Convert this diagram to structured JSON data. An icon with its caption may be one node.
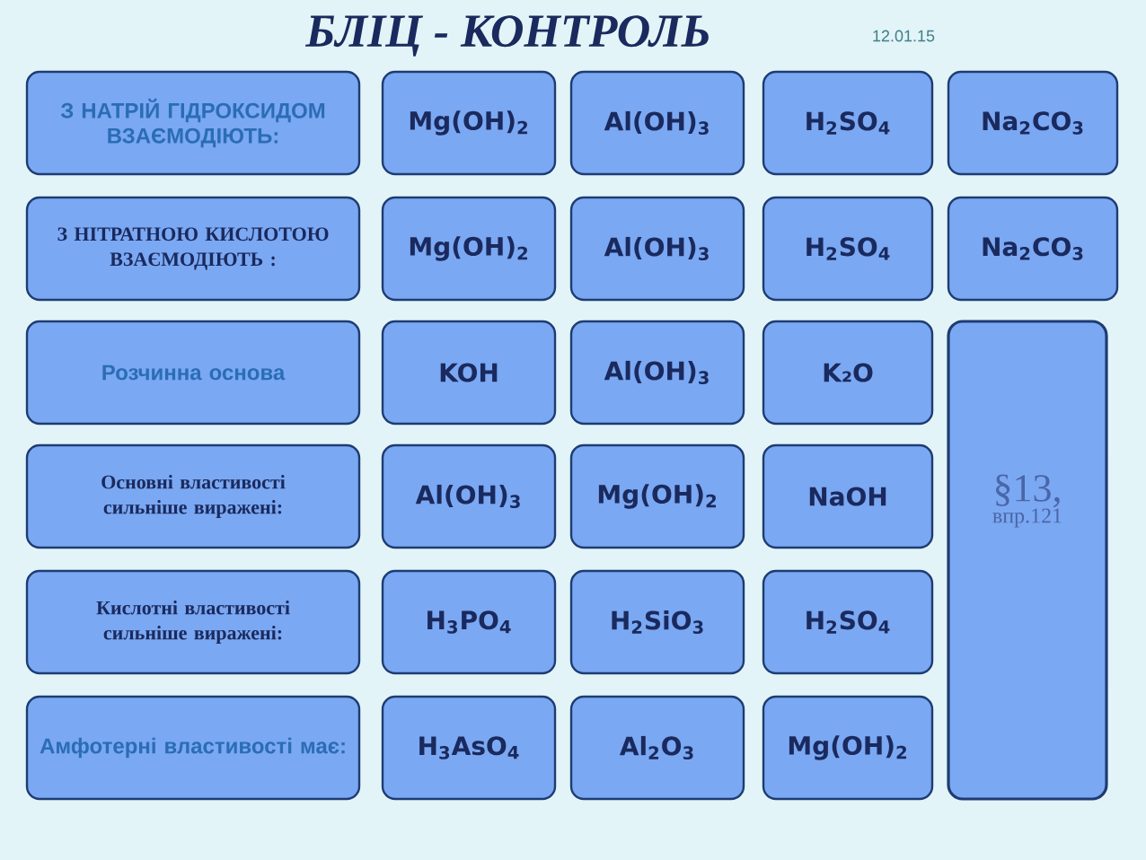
{
  "diagram": {
    "title": "БЛІЦ - КОНТРОЛЬ",
    "nodes": [
      {
        "text": [
          "З НАТРІЙ ГІДРОКСИДОМ ВЗАЄМОДІЮТЬ:"
        ]
      },
      {
        "text": [
          "Mg(OH)$_{2}$"
        ]
      },
      {
        "text": [
          "Al(OH)$_{3}$"
        ]
      },
      {
        "text": [
          "H$_{2}$SO$_{4}$"
        ]
      },
      {
        "text": [
          "Na$_{2}$CO$_{3}$"
        ]
      },
      {
        "text": [
          "З НІТРАТНОЮ КИСЛОТОЮ ВЗАЄМОДІЮТЬ :"
        ]
      },
      {
        "text": [
          "Mg(OH)$_{2}$"
        ]
      },
      {
        "text": [
          "Al(OH)$_{3}$"
        ]
      },
      {
        "text": [
          "H$_{2}$SO$_{4}$"
        ]
      },
      {
        "text": [
          "Na$_{2}$CO$_{3}$"
        ]
      },
      {
        "text": [
          "Розчинна основа"
        ]
      },
      {
        "text": [
          "KOH"
        ]
      },
      {
        "text": [
          "Al(OH)$_{3}$"
        ]
      },
      {
        "text": [
          "K₂O"
        ]
      },
      {
        "text": [
          "§13,",
          "впр.121"
        ]
      },
      {
        "text": [
          "Основні властивості сильніше виражені:"
        ]
      },
      {
        "text": [
          "Al(OH)$_{3}$"
        ]
      },
      {
        "text": [
          "Mg(OH)$_{2}$"
        ]
      },
      {
        "text": [
          "NaOH"
        ]
      },
      {
        "text": [
          "Кислотні властивості сильніше виражені:"
        ]
      },
      {
        "text": [
          "H$_{3}$PO$_{4}$"
        ]
      },
      {
        "text": [
          "H$_{2}$SiO$_{3}$"
        ]
      },
      {
        "text": [
          "H$_{2}$SO$_{4}$"
        ]
      },
      {
        "text": [
          "Амфотерні властивості має:"
        ]
      },
      {
        "text": [
          "H$_{3}$AsO$_{4}$"
        ]
      },
      {
        "text": [
          "Al$_{2}$O$_{3}$"
        ]
      },
      {
        "text": [
          "Mg(OH)$_{2}$"
        ]
      }
    ],
    "labels": [
      "12.01.15"
    ]
  }
}
